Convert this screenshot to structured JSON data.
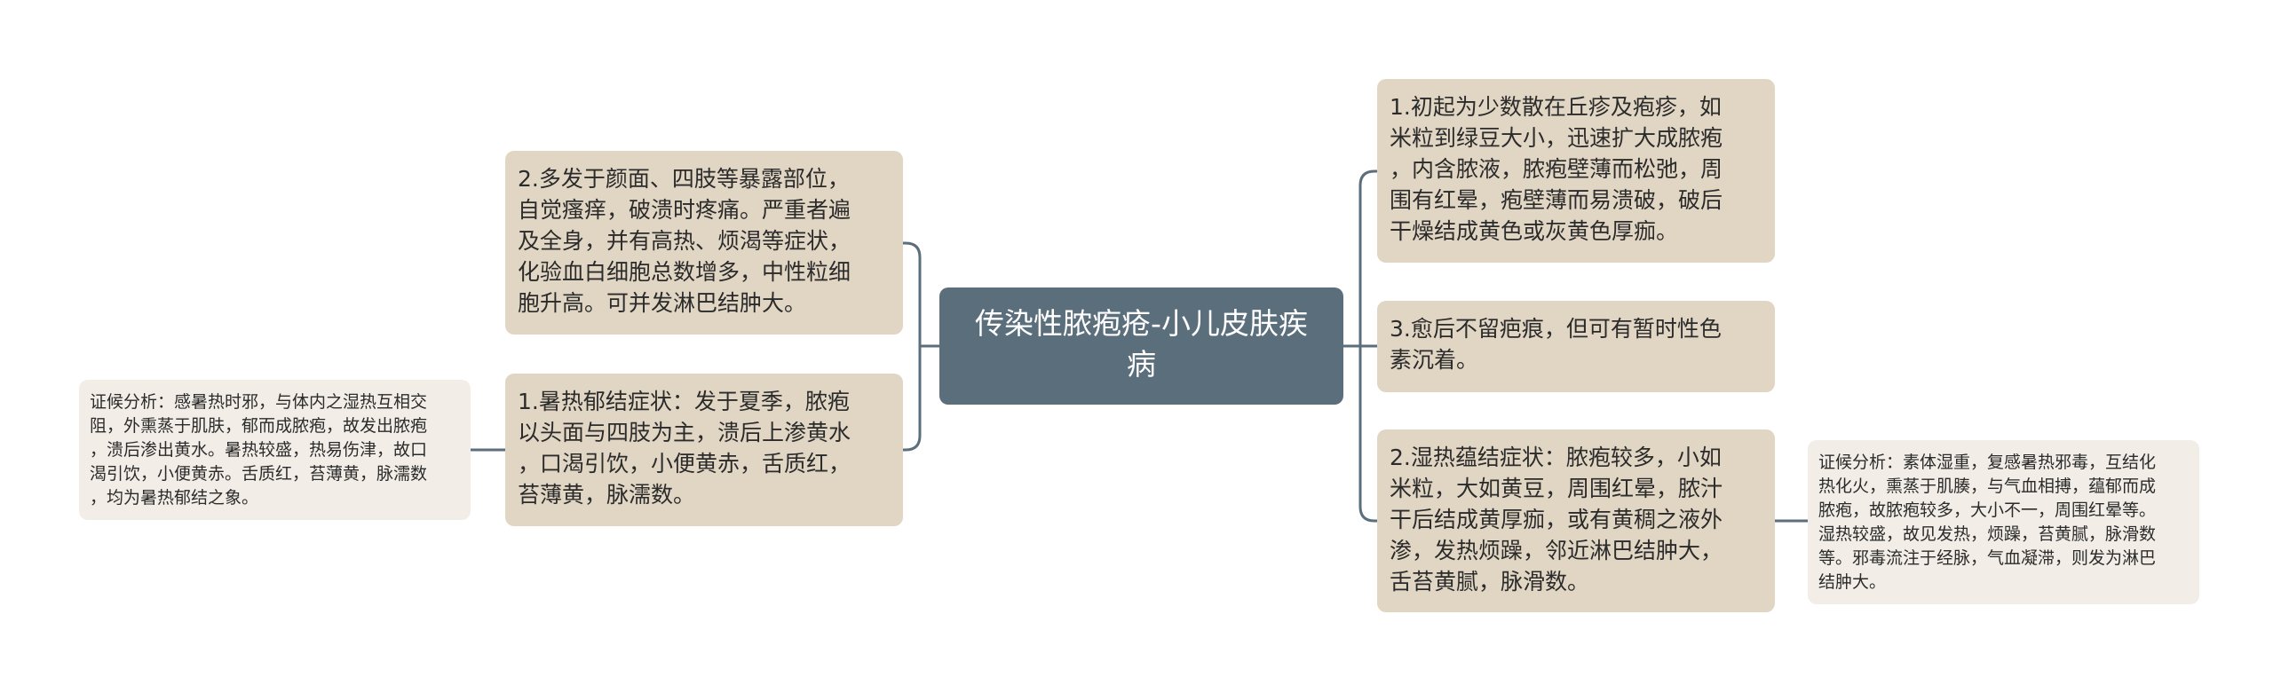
{
  "colors": {
    "root_fill": "#5b6e7c",
    "main_fill": "#e1d6c4",
    "sub_fill": "#f2eee7",
    "connector": "#5b6e7c"
  },
  "root": {
    "text": "传染性脓疱疮-小儿皮肤疾\n病"
  },
  "left": [
    {
      "text": "2.多发于颜面、四肢等暴露部位，\n自觉瘙痒，破溃时疼痛。严重者遍\n及全身，并有高热、烦渴等症状，\n化验血白细胞总数增多，中性粒细\n胞升高。可并发淋巴结肿大。"
    },
    {
      "text": "1.暑热郁结症状：发于夏季，脓疱\n以头面与四肢为主，溃后上渗黄水\n，口渴引饮，小便黄赤，舌质红，\n苔薄黄，脉濡数。",
      "child": {
        "text": "证候分析：感暑热时邪，与体内之湿热互相交\n阻，外熏蒸于肌肤，郁而成脓疱，故发出脓疱\n，溃后渗出黄水。暑热较盛，热易伤津，故口\n渴引饮，小便黄赤。舌质红，苔薄黄，脉濡数\n，均为暑热郁结之象。"
      }
    }
  ],
  "right": [
    {
      "text": "1.初起为少数散在丘疹及疱疹，如\n米粒到绿豆大小，迅速扩大成脓疱\n，内含脓液，脓疱壁薄而松弛，周\n围有红晕，疱壁薄而易溃破，破后\n干燥结成黄色或灰黄色厚痂。"
    },
    {
      "text": "3.愈后不留疤痕，但可有暂时性色\n素沉着。"
    },
    {
      "text": "2.湿热蕴结症状：脓疱较多，小如\n米粒，大如黄豆，周围红晕，脓汁\n干后结成黄厚痂，或有黄稠之液外\n渗，发热烦躁，邻近淋巴结肿大，\n舌苔黄腻，脉滑数。",
      "child": {
        "text": "证候分析：素体湿重，复感暑热邪毒，互结化\n热化火，熏蒸于肌腠，与气血相搏，蕴郁而成\n脓疱，故脓疱较多，大小不一，周围红晕等。\n湿热较盛，故见发热，烦躁，苔黄腻，脉滑数\n等。邪毒流注于经脉，气血凝滞，则发为淋巴\n结肿大。"
      }
    }
  ]
}
